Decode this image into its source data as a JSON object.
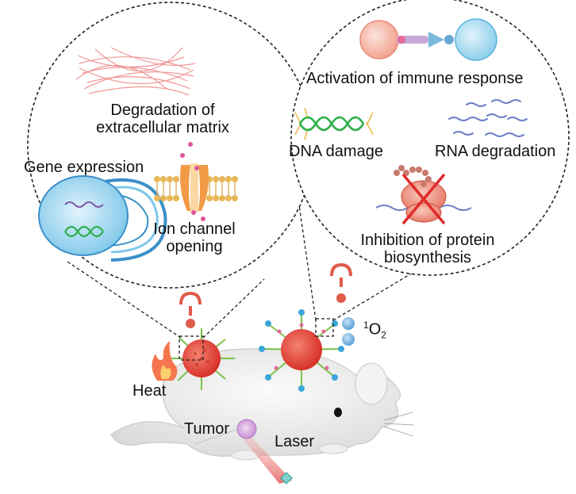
{
  "left_panel": {
    "ecm_line1": "Degradation of",
    "ecm_line2": "extracellular matrix",
    "gene_expression": "Gene expression",
    "ion_line1": "Ion channel",
    "ion_line2": "opening"
  },
  "right_panel": {
    "immune": "Activation of immune response",
    "dna": "DNA damage",
    "rna": "RNA degradation",
    "protein_line1": "Inhibition of protein",
    "protein_line2": "biosynthesis"
  },
  "labels": {
    "heat": "Heat",
    "tumor": "Tumor",
    "laser": "Laser",
    "singlet_oxygen_sup": "1",
    "singlet_oxygen": "O",
    "singlet_oxygen_sub": "2"
  },
  "icons": [
    "flame-icon",
    "thermometer-icon",
    "question-icon",
    "nanoparticle-icon",
    "mouse-icon",
    "oxygen-molecule-icon",
    "ion-channel-icon",
    "cell-nucleus-icon",
    "dna-helix-icon",
    "rna-strand-icon",
    "ribosome-icon"
  ],
  "colors": {
    "nanoparticle": "#e64a3c",
    "ligand_green": "#7cc04a",
    "ligand_blue": "#3ba5d9",
    "thermometer": "#e05a4a",
    "dna_green": "#3cb54a",
    "rna_blue": "#6b7fc9",
    "membrane": "#e8b85a",
    "laser": "#e46a6a"
  }
}
